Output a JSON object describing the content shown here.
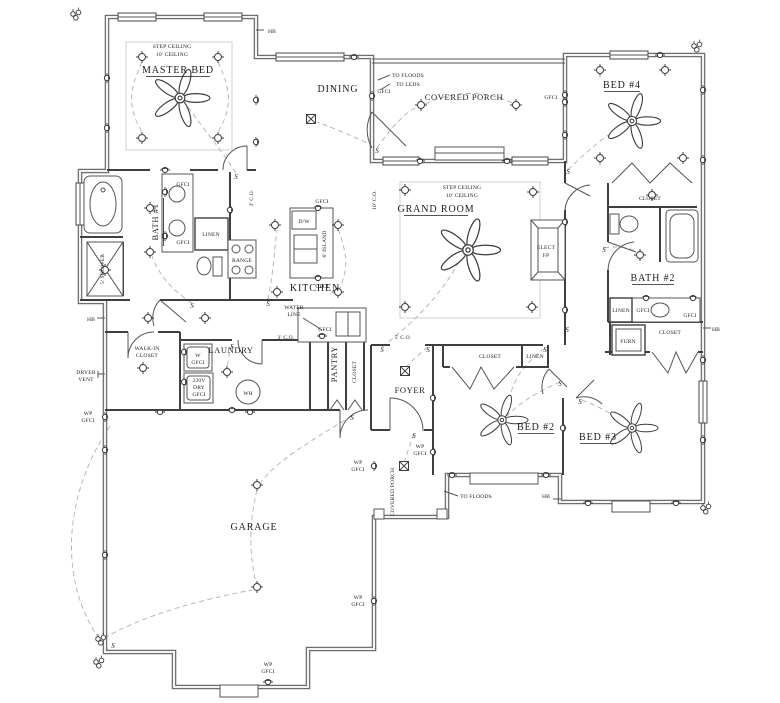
{
  "rooms": {
    "master_bed": "MASTER BED",
    "dining": "DINING",
    "covered_porch": "COVERED PORCH",
    "grand_room": "GRAND ROOM",
    "bed4": "BED #4",
    "bath2": "BATH #2",
    "bath1": "BATH #1",
    "kitchen": "KITCHEN",
    "laundry": "LAUNDRY",
    "pantry": "PANTRY",
    "foyer": "FOYER",
    "bed2": "BED #2",
    "bed3": "BED #3",
    "garage": "GARAGE"
  },
  "labels": {
    "step_ceiling": "STEP CEILING",
    "ceiling_height": "10' CEILING",
    "to_floods": "TO FLOODS",
    "to_leds": "TO LEDS",
    "gfci": "GFCI",
    "wp": "WP",
    "hb": "HB",
    "closet": "CLOSET",
    "walk_in": "WALK-IN",
    "linen": "LINEN",
    "furn": "FURN",
    "range": "RANGE",
    "dw": "D/W",
    "island": "6' ISLAND",
    "shower": "5' SHOWER",
    "water": "WATER",
    "line": "LINE",
    "dryer": "DRYER",
    "vent": "VENT",
    "wh": "WH",
    "washer": "W",
    "v220": "220V",
    "dry": "DRY",
    "co3": "3' C.O.",
    "co5": "5' C.O.",
    "co10": "10' C.O.",
    "elect": "ELECT",
    "fp": "FP",
    "switch": "S"
  }
}
